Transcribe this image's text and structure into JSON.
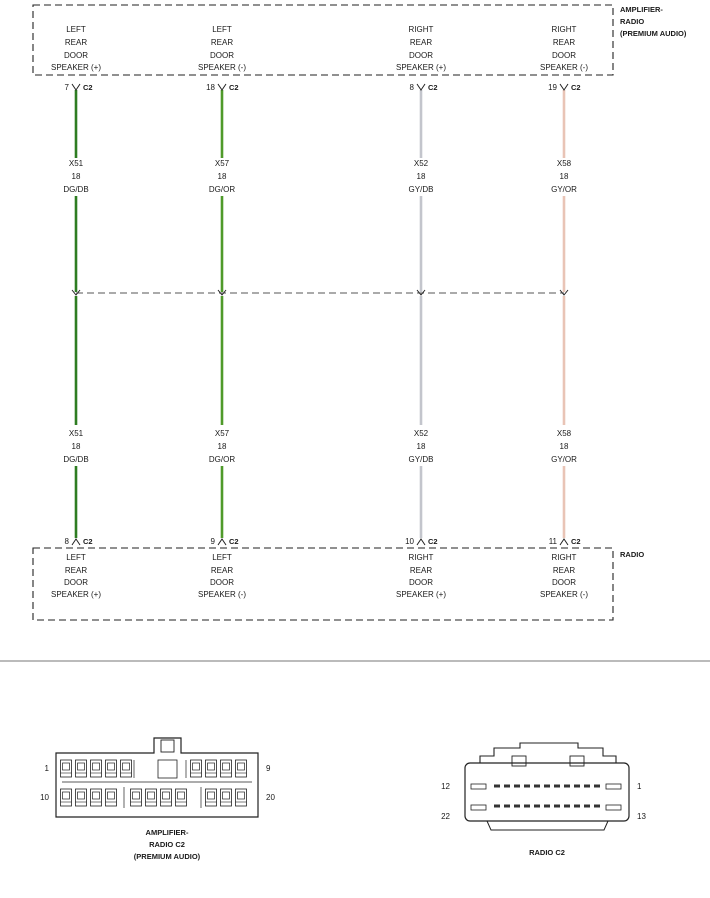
{
  "top_module": {
    "name_lines": [
      "AMPLIFIER-",
      "RADIO",
      "(PREMIUM AUDIO)"
    ]
  },
  "bottom_module": {
    "name": "RADIO"
  },
  "circuits": [
    {
      "top_text": [
        "LEFT",
        "REAR",
        "DOOR",
        "SPEAKER (+)"
      ],
      "top_pin": "7",
      "top_conn": "C2",
      "upper_wire": [
        "X51",
        "18",
        "DG/DB"
      ],
      "lower_wire": [
        "X51",
        "18",
        "DG/DB"
      ],
      "bottom_pin": "8",
      "bottom_conn": "C2",
      "bottom_text": [
        "LEFT",
        "REAR",
        "DOOR",
        "SPEAKER (+)"
      ],
      "color": "#2e7d22"
    },
    {
      "top_text": [
        "LEFT",
        "REAR",
        "DOOR",
        "SPEAKER (-)"
      ],
      "top_pin": "18",
      "top_conn": "C2",
      "upper_wire": [
        "X57",
        "18",
        "DG/OR"
      ],
      "lower_wire": [
        "X57",
        "18",
        "DG/OR"
      ],
      "bottom_pin": "9",
      "bottom_conn": "C2",
      "bottom_text": [
        "LEFT",
        "REAR",
        "DOOR",
        "SPEAKER (-)"
      ],
      "color": "#4f9a2a"
    },
    {
      "top_text": [
        "RIGHT",
        "REAR",
        "DOOR",
        "SPEAKER (+)"
      ],
      "top_pin": "8",
      "top_conn": "C2",
      "upper_wire": [
        "X52",
        "18",
        "GY/DB"
      ],
      "lower_wire": [
        "X52",
        "18",
        "GY/DB"
      ],
      "bottom_pin": "10",
      "bottom_conn": "C2",
      "bottom_text": [
        "RIGHT",
        "REAR",
        "DOOR",
        "SPEAKER (+)"
      ],
      "color": "#c3c5cc"
    },
    {
      "top_text": [
        "RIGHT",
        "REAR",
        "DOOR",
        "SPEAKER (-)"
      ],
      "top_pin": "19",
      "top_conn": "C2",
      "upper_wire": [
        "X58",
        "18",
        "GY/OR"
      ],
      "lower_wire": [
        "X58",
        "18",
        "GY/OR"
      ],
      "bottom_pin": "11",
      "bottom_conn": "C2",
      "bottom_text": [
        "RIGHT",
        "REAR",
        "DOOR",
        "SPEAKER (-)"
      ],
      "color": "#e9c4b6"
    }
  ],
  "connector_views": {
    "amplifier": {
      "pin_labels": [
        "1",
        "9",
        "10",
        "20"
      ],
      "caption": [
        "AMPLIFIER-",
        "RADIO C2",
        "(PREMIUM AUDIO)"
      ]
    },
    "radio": {
      "pin_labels": [
        "12",
        "1",
        "22",
        "13"
      ],
      "caption": "RADIO C2"
    }
  }
}
